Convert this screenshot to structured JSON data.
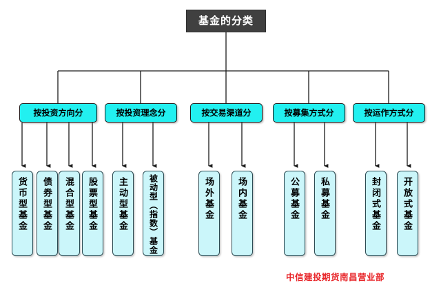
{
  "diagram": {
    "root": {
      "label": "基金的分类"
    },
    "footer": {
      "credit": "中信建投期货南昌营业部"
    },
    "colors": {
      "root_fill": "#404040",
      "root_text": "#ffffff",
      "category_fill": "#22f0f0",
      "leaf_fill": "#cbf6fa",
      "line": "#1a1a1a",
      "footer_text": "#e8262a"
    },
    "categories": [
      {
        "label": "按投资方向分",
        "children": [
          {
            "label": "货币型基金"
          },
          {
            "label": "债券型基金"
          },
          {
            "label": "混合型基金"
          },
          {
            "label": "股票型基金"
          }
        ]
      },
      {
        "label": "按投资理念分",
        "children": [
          {
            "label": "主动型基金"
          },
          {
            "label": "被动型（指数）基金"
          }
        ]
      },
      {
        "label": "按交易渠道分",
        "children": [
          {
            "label": "场外基金"
          },
          {
            "label": "场内基金"
          }
        ]
      },
      {
        "label": "按募集方式分",
        "children": [
          {
            "label": "公募基金"
          },
          {
            "label": "私募基金"
          }
        ]
      },
      {
        "label": "按运作方式分",
        "children": [
          {
            "label": "封闭式基金"
          },
          {
            "label": "开放式基金"
          }
        ]
      }
    ]
  }
}
